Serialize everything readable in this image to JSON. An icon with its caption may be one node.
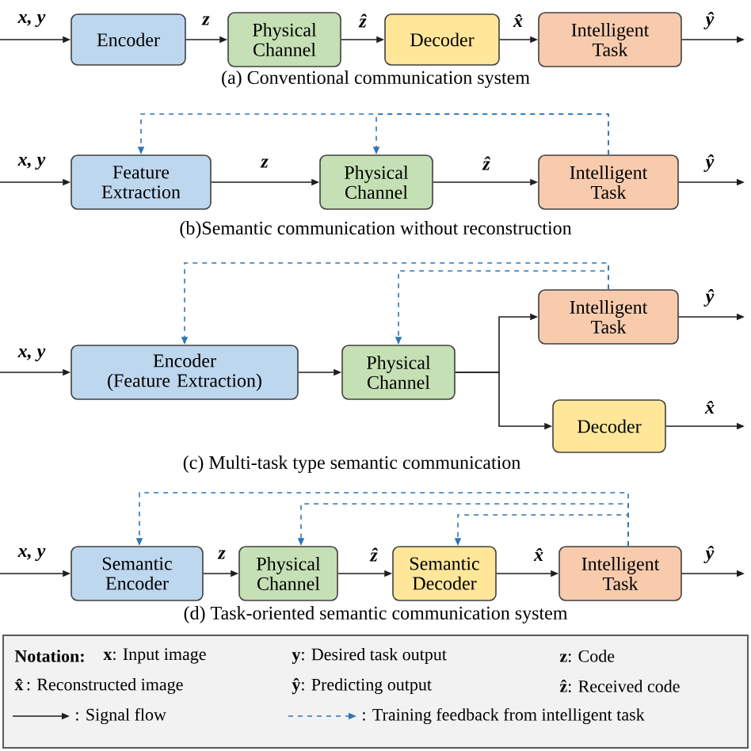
{
  "diagram": {
    "nodes": [
      {
        "text": [
          "Encoder"
        ]
      },
      {
        "text": [
          "Physical Channel"
        ]
      },
      {
        "text": [
          "Decoder"
        ]
      },
      {
        "text": [
          "Intelligent Task"
        ]
      },
      {
        "text": [
          "Feature Extraction"
        ]
      },
      {
        "text": [
          "Physical Channel"
        ]
      },
      {
        "text": [
          "Intelligent Task"
        ]
      },
      {
        "text": [
          "Encoder",
          "(Feature Extraction)"
        ]
      },
      {
        "text": [
          "Physical Channel"
        ]
      },
      {
        "text": [
          "Intelligent Task"
        ]
      },
      {
        "text": [
          "Decoder"
        ]
      },
      {
        "text": [
          "Semantic Encoder"
        ]
      },
      {
        "text": [
          "Physical Channel"
        ]
      },
      {
        "text": [
          "Semantic Decoder"
        ]
      },
      {
        "text": [
          "Intelligent Task"
        ]
      }
    ],
    "edges": [
      {
        "from": null,
        "to": 0,
        "arrow": "to",
        "label": "x, y"
      },
      {
        "from": 0,
        "to": 1,
        "arrow": "to",
        "label": "z"
      },
      {
        "from": 1,
        "to": 2,
        "arrow": "to",
        "label": "ẑ"
      },
      {
        "from": 2,
        "to": 3,
        "arrow": "to",
        "label": "x̂"
      },
      {
        "from": 3,
        "to": null,
        "arrow": "to",
        "label": "ŷ"
      },
      {
        "from": null,
        "to": 4,
        "arrow": "to",
        "label": "x, y"
      },
      {
        "from": 4,
        "to": 5,
        "arrow": "to",
        "label": "z"
      },
      {
        "from": 5,
        "to": 6,
        "arrow": "to",
        "label": "ẑ"
      },
      {
        "from": 6,
        "to": null,
        "arrow": "to",
        "label": "ŷ"
      },
      {
        "from": 6,
        "to": 4,
        "arrow": "to",
        "style": "dashed",
        "color": "#2e75b6"
      },
      {
        "from": 6,
        "to": 5,
        "arrow": "to",
        "style": "dashed",
        "color": "#2e75b6"
      },
      {
        "from": null,
        "to": 7,
        "arrow": "to",
        "label": "x, y"
      },
      {
        "from": 7,
        "to": 8,
        "arrow": "to"
      },
      {
        "from": 8,
        "to": 9,
        "arrow": "to"
      },
      {
        "from": 8,
        "to": 10,
        "arrow": "to"
      },
      {
        "from": 9,
        "to": null,
        "arrow": "to",
        "label": "ŷ"
      },
      {
        "from": 10,
        "to": null,
        "arrow": "to",
        "label": "x̂"
      },
      {
        "from": 9,
        "to": 7,
        "arrow": "to",
        "style": "dashed",
        "color": "#2e75b6"
      },
      {
        "from": 9,
        "to": 8,
        "arrow": "to",
        "style": "dashed",
        "color": "#2e75b6"
      },
      {
        "from": null,
        "to": 11,
        "arrow": "to",
        "label": "x, y"
      },
      {
        "from": 11,
        "to": 12,
        "arrow": "to",
        "label": "z"
      },
      {
        "from": 12,
        "to": 13,
        "arrow": "to",
        "label": "ẑ"
      },
      {
        "from": 13,
        "to": 14,
        "arrow": "to",
        "label": "x̂"
      },
      {
        "from": 14,
        "to": null,
        "arrow": "to",
        "label": "ŷ"
      },
      {
        "from": 14,
        "to": 11,
        "arrow": "to",
        "style": "dashed",
        "color": "#2e75b6"
      },
      {
        "from": 14,
        "to": 12,
        "arrow": "to",
        "style": "dashed",
        "color": "#2e75b6"
      },
      {
        "from": 14,
        "to": 13,
        "arrow": "to",
        "style": "dashed",
        "color": "#2e75b6"
      }
    ],
    "labels": [
      "(a) Conventional communication system",
      "(b)Semantic communication without reconstruction",
      "(c) Multi-task type semantic communication",
      "(d) Task-oriented semantic communication system",
      "Notation:",
      "**x**: Input image",
      "**y**: Desired task output",
      "**z**: Code",
      "**x̂**: Reconstructed image",
      "**ŷ**: Predicting output",
      "**ẑ**: Received code"
    ],
    "legend": [
      {
        "text": ": Signal flow"
      },
      {
        "text": ": Training feedback from intelligent task"
      }
    ]
  }
}
